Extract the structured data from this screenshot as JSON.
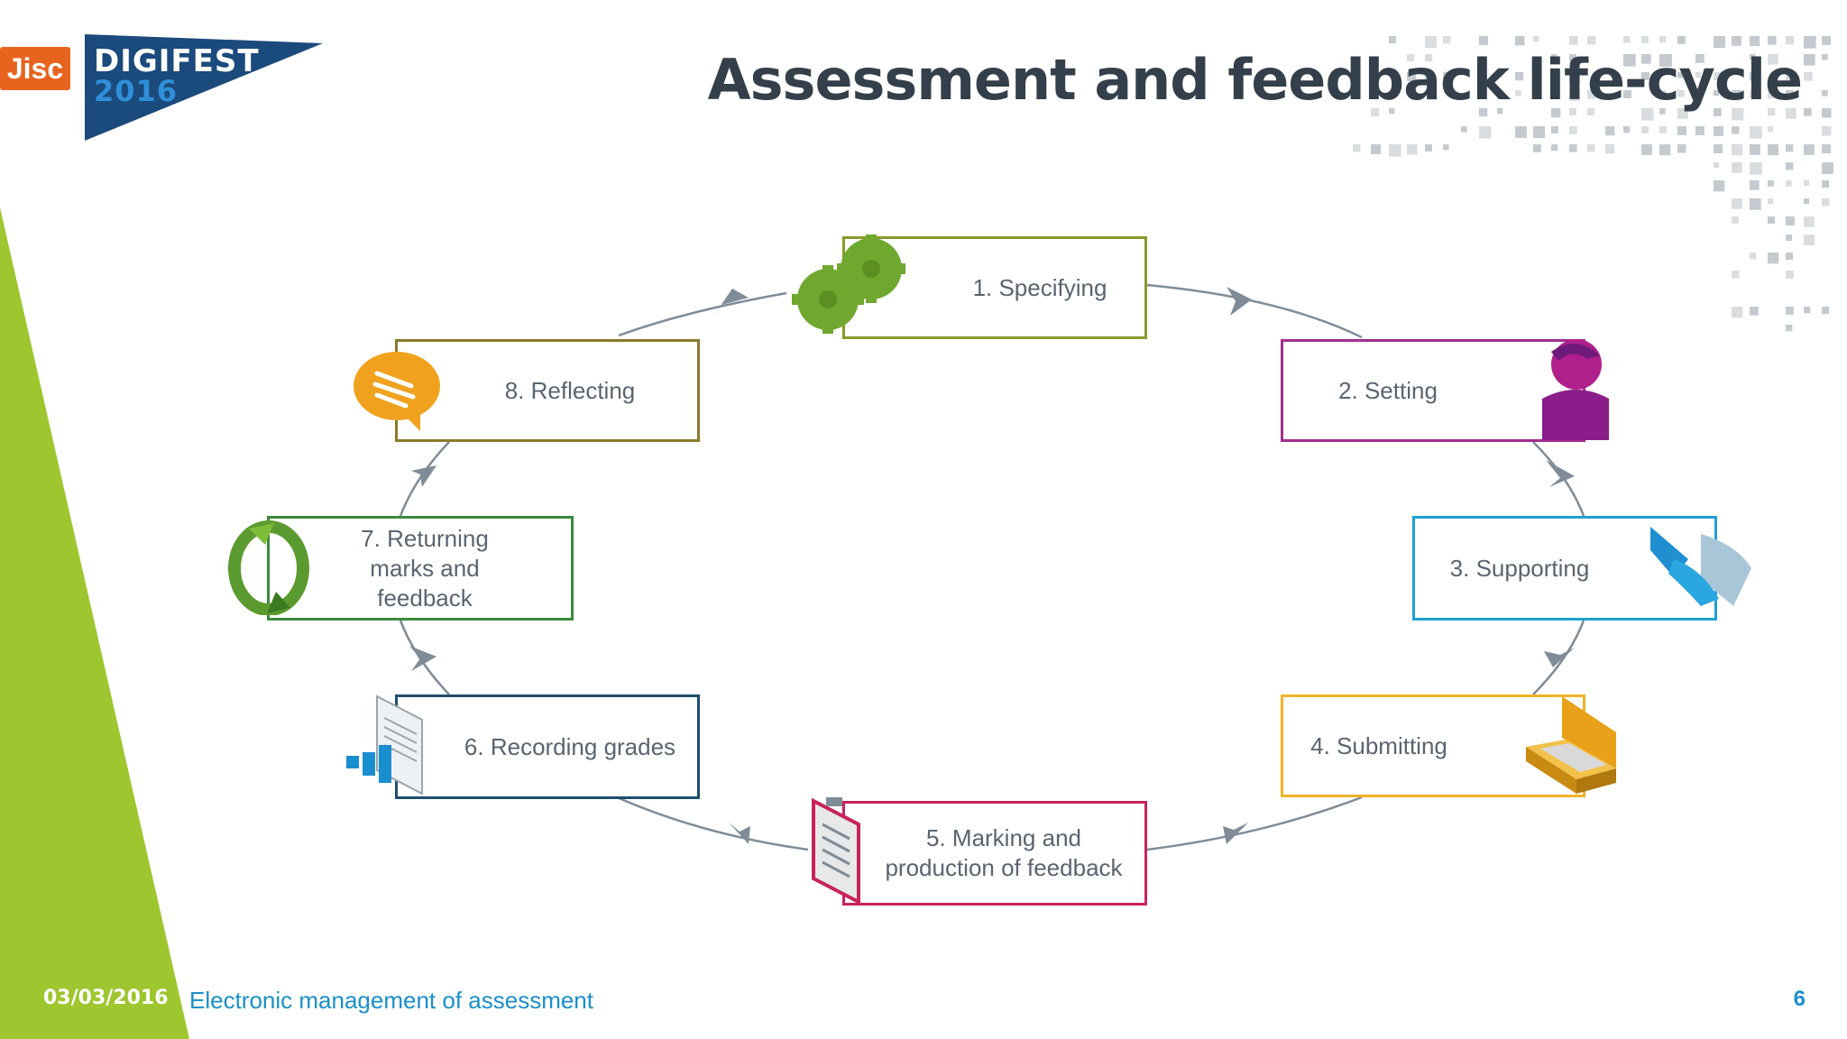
{
  "logo": {
    "jisc": "Jisc",
    "line1": "DIGIFEST",
    "line2": "2016"
  },
  "title": "Assessment and feedback life-cycle",
  "colors": {
    "accent_green": "#9dc62f",
    "footer_blue": "#1a8fc9",
    "arrow_gray": "#7f8c98"
  },
  "stages": [
    {
      "label": "1. Specifying",
      "color": "#8a9a2a",
      "icon": "gears-icon"
    },
    {
      "label": "2. Setting",
      "color": "#a22e8e",
      "icon": "person-icon"
    },
    {
      "label": "3. Supporting",
      "color": "#1fa0d0",
      "icon": "handshake-icon"
    },
    {
      "label": "4. Submitting",
      "color": "#f0b429",
      "icon": "briefcase-icon"
    },
    {
      "label": "5. Marking and production of feedback",
      "color": "#c8235a",
      "icon": "clipboard-icon"
    },
    {
      "label": "6. Recording grades",
      "color": "#1f4e6e",
      "icon": "bar-chart-document-icon"
    },
    {
      "label": "7. Returning marks and feedback",
      "color": "#3c8a3c",
      "icon": "refresh-cycle-icon"
    },
    {
      "label": "8. Reflecting",
      "color": "#8a7a2a",
      "icon": "speech-bubble-icon"
    }
  ],
  "footer": {
    "date": "03/03/2016",
    "title": "Electronic management of assessment",
    "page": "6"
  }
}
